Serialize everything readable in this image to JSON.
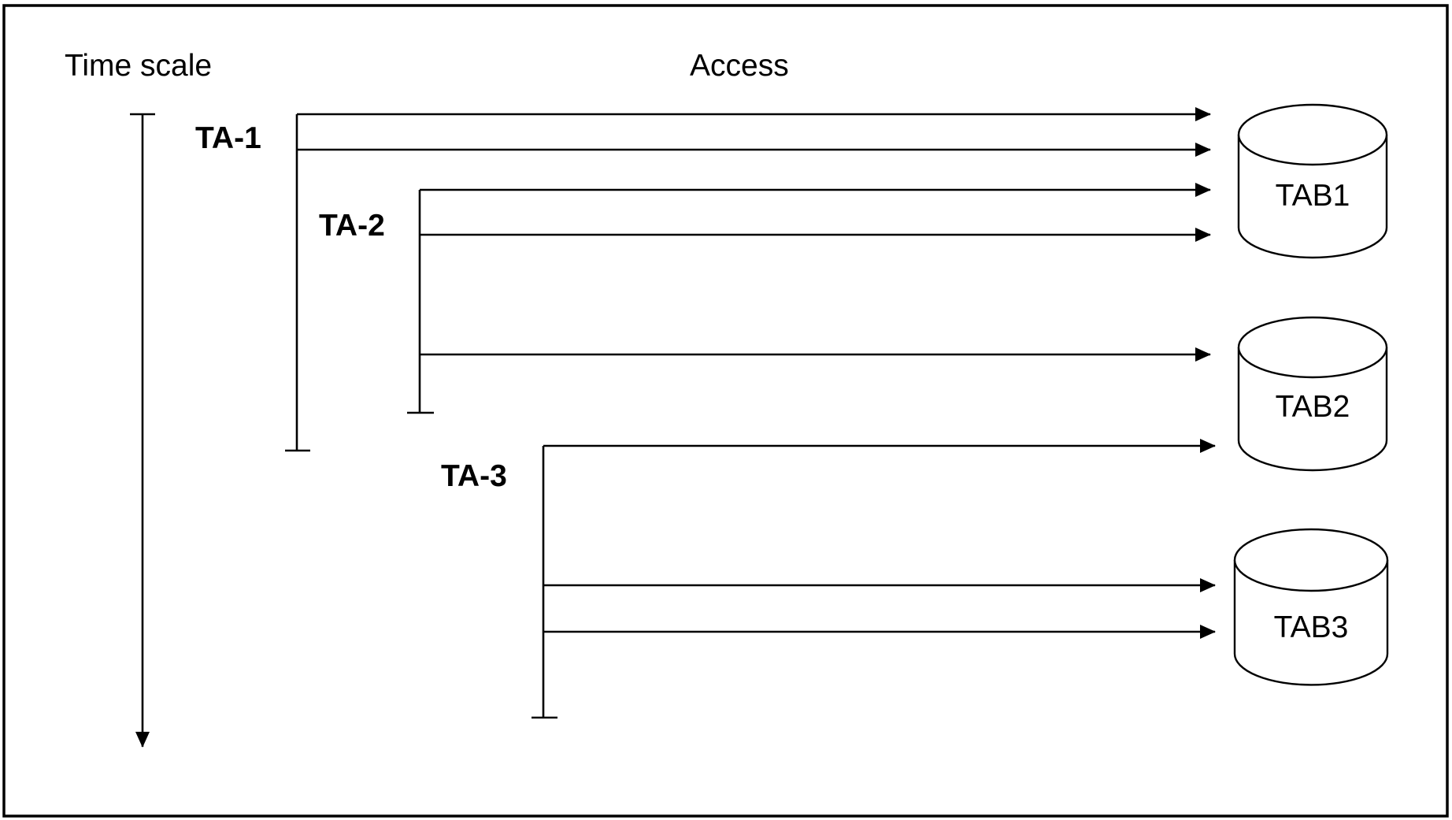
{
  "headings": {
    "time_scale": "Time scale",
    "access": "Access"
  },
  "transactions": [
    {
      "label": "TA-1"
    },
    {
      "label": "TA-2"
    },
    {
      "label": "TA-3"
    }
  ],
  "tables": [
    {
      "label": "TAB1"
    },
    {
      "label": "TAB2"
    },
    {
      "label": "TAB3"
    }
  ],
  "colors": {
    "stroke": "#000000",
    "background": "#ffffff"
  }
}
